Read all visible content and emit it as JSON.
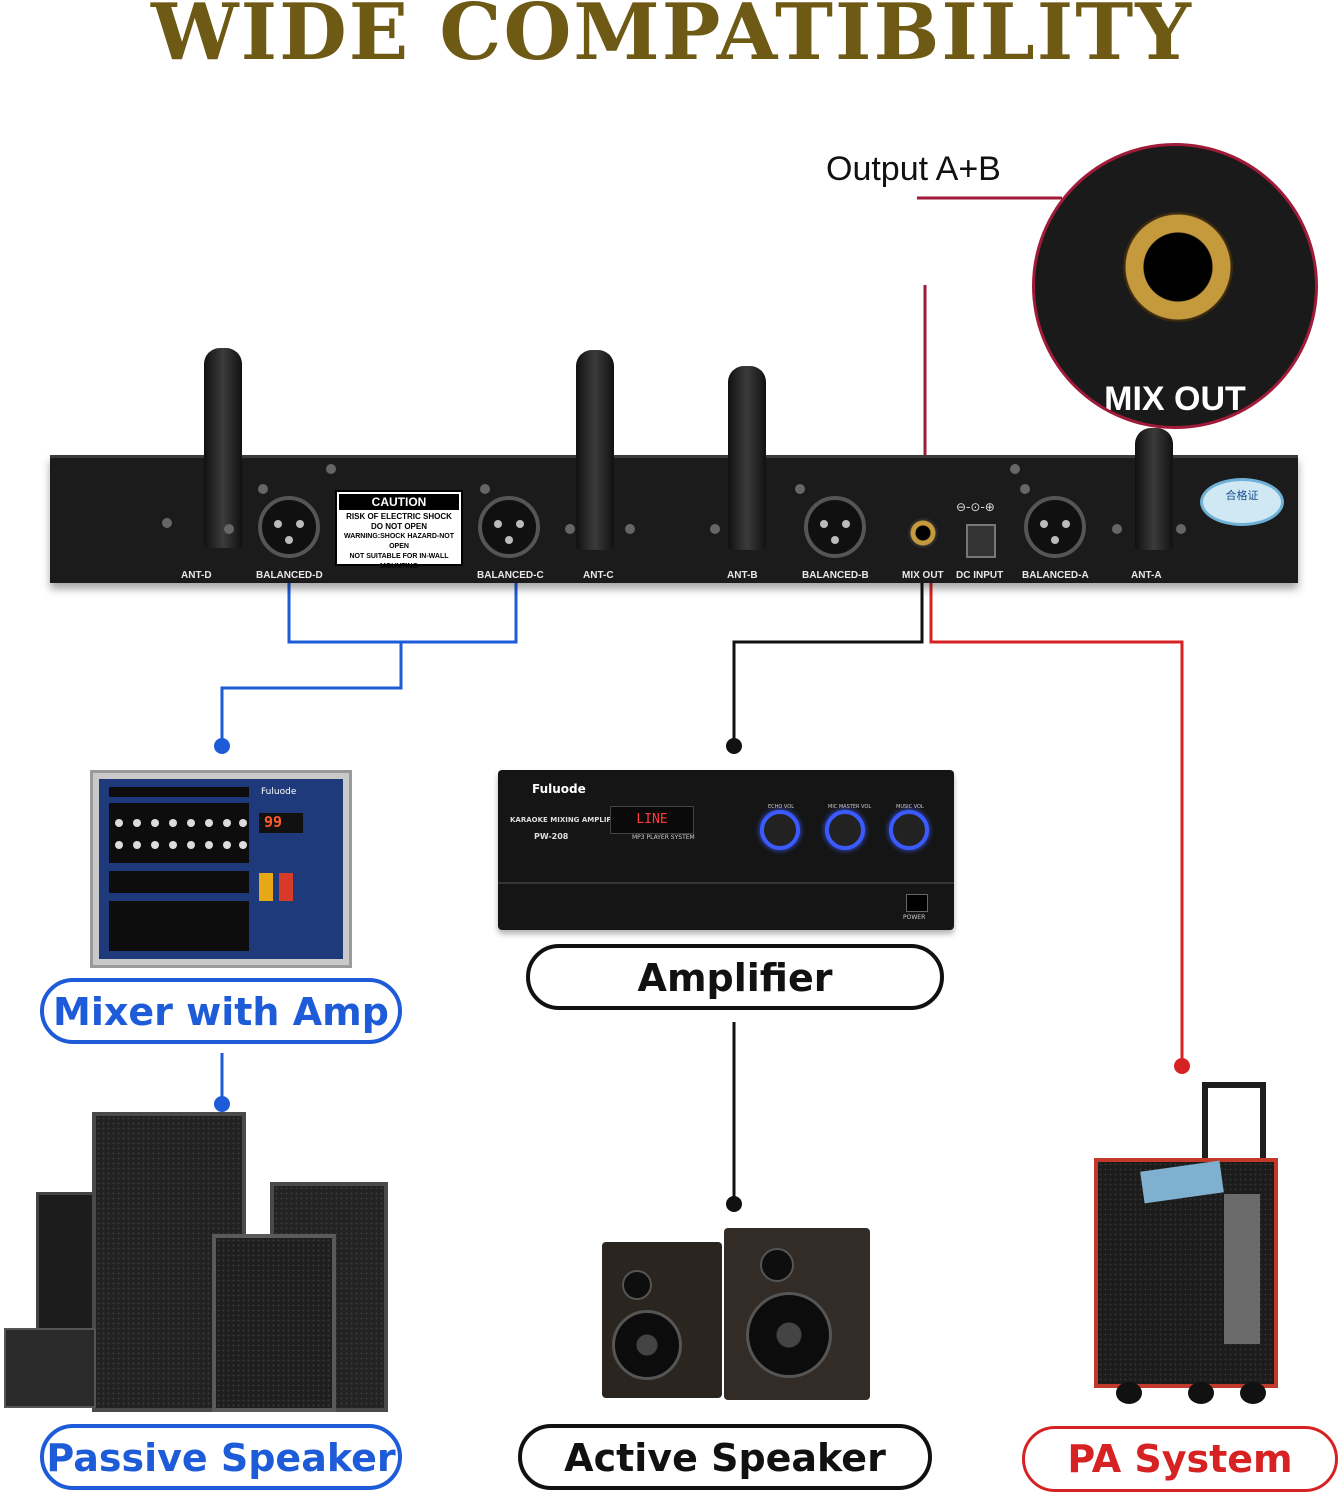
{
  "title": "WIDE COMPATIBILITY",
  "callout": {
    "output_label": "Output A+B",
    "zoom_label": "MIX OUT"
  },
  "receiver": {
    "ports": [
      "ANT-D",
      "BALANCED-D",
      "BALANCED-C",
      "ANT-C",
      "ANT-B",
      "BALANCED-B",
      "MIX OUT",
      "DC INPUT",
      "BALANCED-A",
      "ANT-A"
    ],
    "caution": {
      "header": "CAUTION",
      "line1": "RISK OF ELECTRIC SHOCK",
      "line2": "DO NOT OPEN",
      "line3": "WARNING:SHOCK HAZARD-NOT OPEN",
      "line4": "NOT SUITABLE FOR IN-WALL MOUNTING"
    },
    "badge": "合格证",
    "dc_symbol": "⊖-⊙-⊕"
  },
  "mixer": {
    "brand": "Fuluode",
    "display": "99"
  },
  "amplifier": {
    "brand": "Fuluode",
    "model_line": "KARAOKE MIXING AMPLIFIER",
    "model": "PW-208",
    "display": "LINE",
    "player": "MP3 PLAYER SYSTEM",
    "knobs": [
      "ECHO VOL",
      "MIC MASTER VOL",
      "MUSIC VOL"
    ],
    "power": "POWER"
  },
  "labels": {
    "mixer": "Mixer with Amp",
    "amplifier": "Amplifier",
    "passive": "Passive Speaker",
    "active": "Active Speaker",
    "pa": "PA System"
  },
  "colors": {
    "blue": "#1e5bd8",
    "red": "#d62222",
    "black": "#111111",
    "gold": "#6e5a14"
  }
}
